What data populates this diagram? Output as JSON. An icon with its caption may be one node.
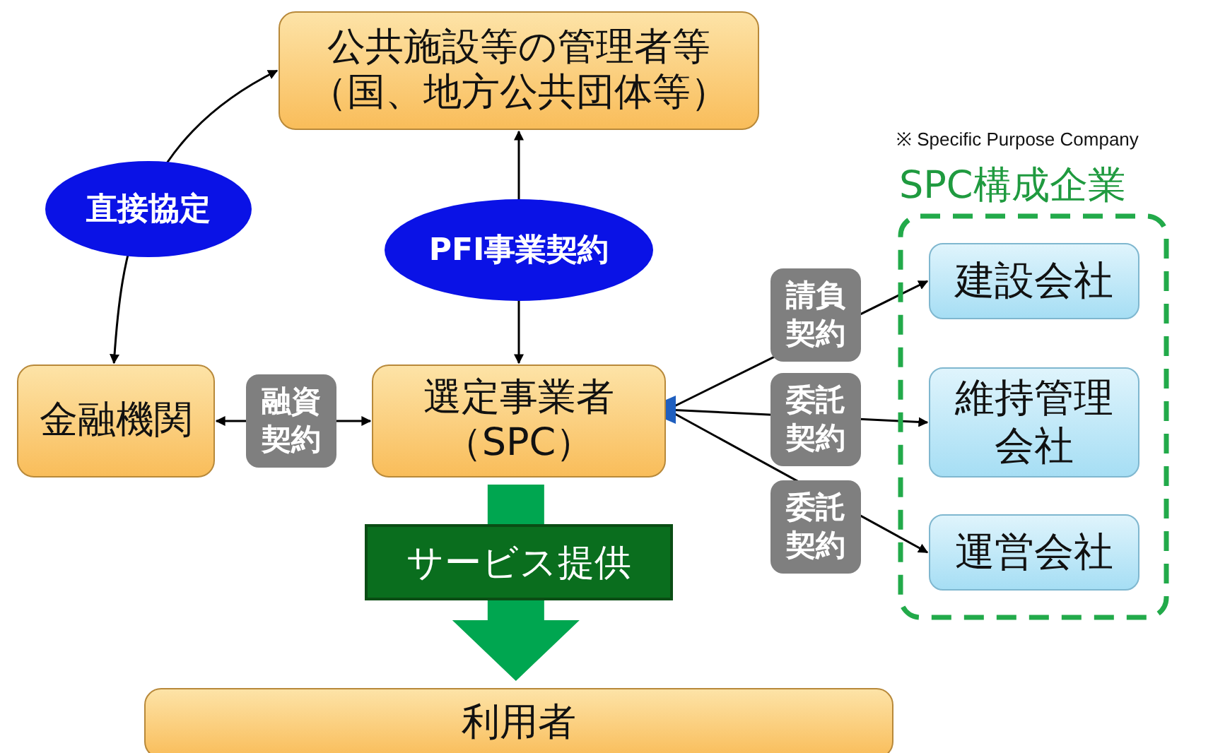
{
  "diagram": {
    "nodes": [
      {
        "text": [
          "公共施設等の管理者等",
          "（国、地方公共団体等）"
        ]
      },
      {
        "text": [
          "金融機関"
        ]
      },
      {
        "text": [
          "選定事業者",
          "（SPC）"
        ]
      },
      {
        "text": [
          "SPC構成企業"
        ]
      },
      {
        "text": [
          "建設会社"
        ],
        "in": 3
      },
      {
        "text": [
          "維持管理会社"
        ],
        "in": 3
      },
      {
        "text": [
          "運営会社"
        ],
        "in": 3
      },
      {
        "text": [
          "利用者"
        ]
      }
    ],
    "edges": [
      {
        "from": 1,
        "to": 0,
        "arrow": "both",
        "label": "直接協定"
      },
      {
        "from": 2,
        "to": 0,
        "arrow": "both",
        "label": "PFI事業契約"
      },
      {
        "from": 1,
        "to": 2,
        "arrow": "both",
        "label": "融資契約"
      },
      {
        "from": 2,
        "to": 4,
        "arrow": "to",
        "label": "請負契約"
      },
      {
        "from": 2,
        "to": 5,
        "arrow": "to",
        "label": "委託契約"
      },
      {
        "from": 2,
        "to": 6,
        "arrow": "to",
        "label": "委託契約"
      },
      {
        "from": 2,
        "to": 7,
        "arrow": "to",
        "label": "サービス提供",
        "style": "thick",
        "color": "#00a650"
      }
    ],
    "labels": [
      "※ Specific Purpose Company"
    ]
  }
}
